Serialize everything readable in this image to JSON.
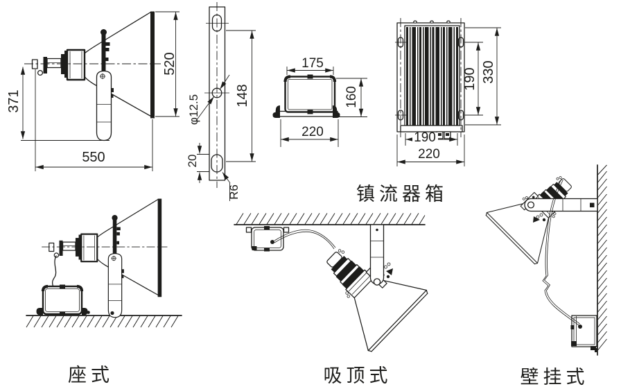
{
  "colors": {
    "ink": "#1d1d1b",
    "paper": "#ffffff"
  },
  "views": {
    "side": {
      "name": "floodlight side elevation",
      "dims": {
        "height": "520",
        "mount_height": "371",
        "length": "550"
      }
    },
    "plate": {
      "name": "mounting strip with holes",
      "dims": {
        "hole_pitch": "148",
        "hole_dia": "φ12.5",
        "slot_width": "20",
        "slot_radius": "R6"
      }
    },
    "box": {
      "name": "ballast box side view",
      "dims": {
        "top_width": "175",
        "height": "160",
        "base_width": "220"
      }
    },
    "ballast": {
      "label": "镇流器箱",
      "dims": {
        "height": "330",
        "hole_pitch": "190",
        "body_width": "190",
        "overall_width": "220"
      }
    },
    "mounts": {
      "base_label": "座式",
      "ceiling_label": "吸顶式",
      "wall_label": "壁挂式"
    }
  }
}
